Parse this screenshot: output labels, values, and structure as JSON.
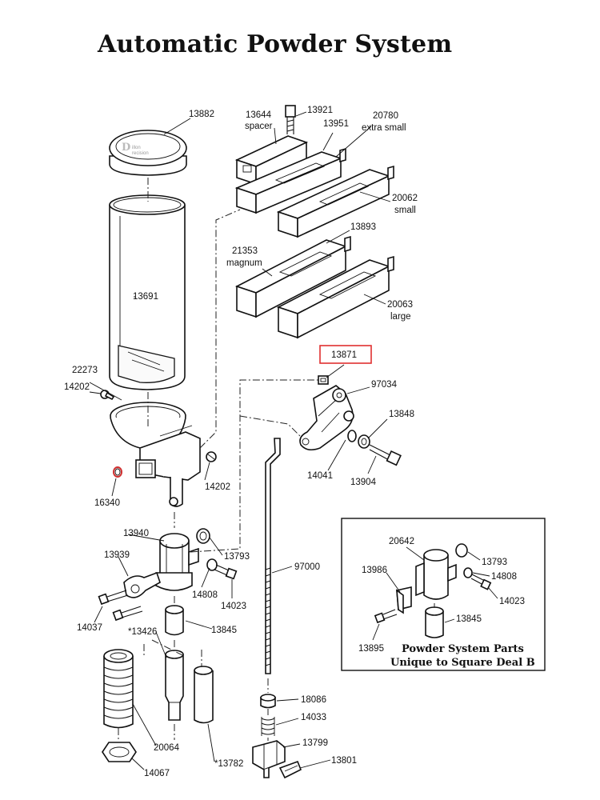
{
  "title": "Automatic Powder System",
  "parts": {
    "p13882": "13882",
    "p13691": "13691",
    "p22273": "22273",
    "p14202a": "14202",
    "p14202b": "14202",
    "p16340": "16340",
    "p13644": "13644",
    "p13644_desc": "spacer",
    "p13921": "13921",
    "p13951": "13951",
    "p20780": "20780",
    "p20780_desc": "extra small",
    "p20062": "20062",
    "p20062_desc": "small",
    "p13893": "13893",
    "p21353": "21353",
    "p21353_desc": "magnum",
    "p20063": "20063",
    "p20063_desc": "large",
    "p13871": "13871",
    "p97034": "97034",
    "p13848": "13848",
    "p14041": "14041",
    "p13904": "13904",
    "p13940": "13940",
    "p13939": "13939",
    "p13793": "13793",
    "p14808": "14808",
    "p14023": "14023",
    "p14037": "14037",
    "p13845": "13845",
    "p13426": "*13426",
    "p20064": "20064",
    "p14067": "14067",
    "p13782": "*13782",
    "p97000": "97000",
    "p18086": "18086",
    "p14033": "14033",
    "p13799": "13799",
    "p13801": "13801"
  },
  "inset": {
    "p20642": "20642",
    "p13793": "13793",
    "p14808": "14808",
    "p13986": "13986",
    "p14023": "14023",
    "p13845": "13845",
    "p13895": "13895",
    "caption_line1": "Powder System Parts",
    "caption_line2": "Unique to Square Deal B"
  },
  "highlight_color": "#e03030"
}
